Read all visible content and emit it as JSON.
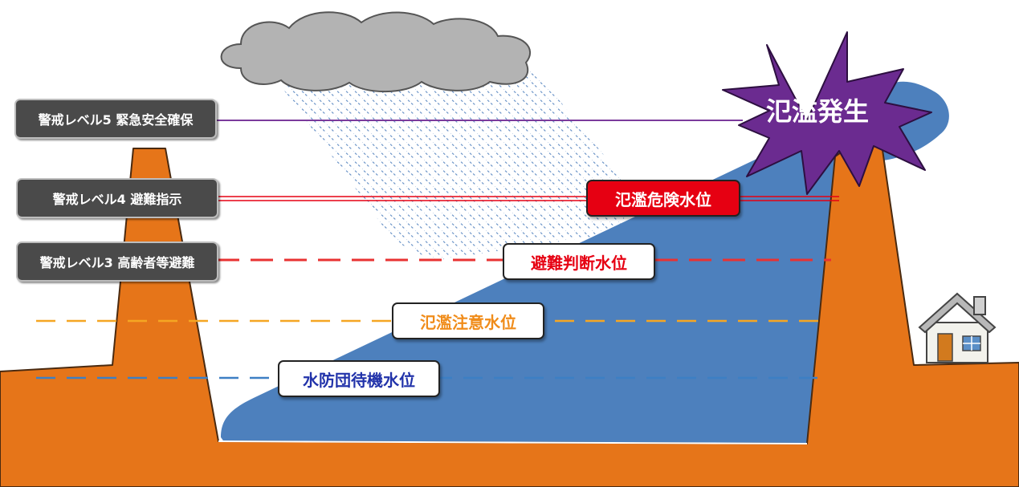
{
  "colors": {
    "ground": "#e67519",
    "water": "#4d80bd",
    "cloud": "#b3b3b3",
    "burst": "#6b2b90",
    "level5": "#7b3b9c",
    "danger": "#e60012",
    "evacuation": "#e83232",
    "caution": "#f5a623",
    "standby": "#3d7fc4"
  },
  "alert_levels": [
    {
      "id": "level5",
      "label": "警戒レベル5 緊急安全確保"
    },
    {
      "id": "level4",
      "label": "警戒レベル4 避難指示"
    },
    {
      "id": "level3",
      "label": "警戒レベル3 高齢者等避難"
    }
  ],
  "water_levels": [
    {
      "id": "danger",
      "label": "氾濫危険水位"
    },
    {
      "id": "evacuation",
      "label": "避難判断水位"
    },
    {
      "id": "caution",
      "label": "氾濫注意水位"
    },
    {
      "id": "standby",
      "label": "水防団待機水位"
    }
  ],
  "flood_event": {
    "label": "氾濫発生"
  }
}
